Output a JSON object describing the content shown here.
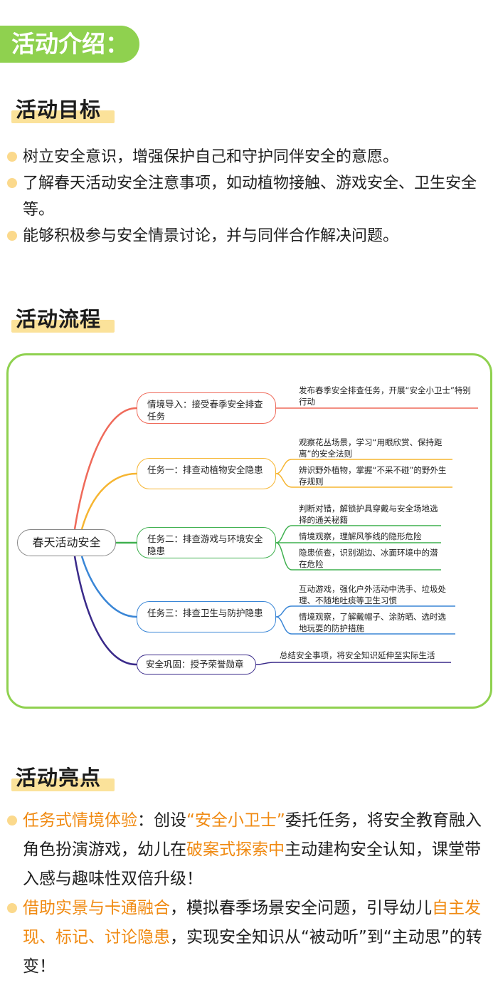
{
  "header": {
    "title": "活动介绍："
  },
  "goals": {
    "title": "活动目标",
    "items": [
      "树立安全意识，增强保护自己和守护同伴安全的意愿。",
      "了解春天活动安全注意事项，如动植物接触、游戏安全、卫生安全等。",
      "能够积极参与安全情景讨论，并与同伴合作解决问题。"
    ]
  },
  "flow": {
    "title": "活动流程",
    "mindmap": {
      "root": "春天活动安全",
      "branches": [
        {
          "label": "情境导入：接受春季安全排查任务",
          "color": "#ef6a5a",
          "leaves": [
            "发布春季安全排查任务，开展“安全小卫士”特别行动"
          ]
        },
        {
          "label": "任务一：排查动植物安全隐患",
          "color": "#f6b531",
          "leaves": [
            "观察花丛场景，学习“用眼欣赏、保持距离”的安全法则",
            "辨识野外植物，掌握“不采不碰”的野外生存规则"
          ]
        },
        {
          "label": "任务二：排查游戏与环境安全隐患",
          "color": "#3fb04f",
          "leaves": [
            "判断对错，解锁护具穿戴与安全场地选择的通关秘籍",
            "情境观察，理解风筝线的隐形危险",
            "隐患侦查，识别湖边、冰面环境中的潜在危险"
          ]
        },
        {
          "label": "任务三：排查卫生与防护隐患",
          "color": "#3a86d6",
          "leaves": [
            "互动游戏，强化户外活动中洗手、垃圾处理、不随地吐痰等卫生习惯",
            "情境观察，了解戴帽子、涂防晒、选时选地玩耍的防护措施"
          ]
        },
        {
          "label": "安全巩固：授予荣誉勋章",
          "color": "#3a2a8a",
          "leaves": [
            "总结安全事项，将安全知识延伸至实际生活"
          ]
        }
      ]
    }
  },
  "highlights": {
    "title": "活动亮点",
    "items": [
      {
        "parts": [
          {
            "text": "任务式情境体验",
            "accent": true
          },
          {
            "text": "：创设",
            "accent": false
          },
          {
            "text": "“安全小卫士”",
            "accent": true
          },
          {
            "text": "委托任务，将安全教育融入角色扮演游戏，幼儿在",
            "accent": false
          },
          {
            "text": "破案式探索中",
            "accent": true
          },
          {
            "text": "主动建构安全认知，课堂带入感与趣味性双倍升级！",
            "accent": false
          }
        ]
      },
      {
        "parts": [
          {
            "text": "借助实景与卡通融合",
            "accent": true
          },
          {
            "text": "，模拟春季场景安全问题，引导幼儿",
            "accent": false
          },
          {
            "text": "自主发现、标记、讨论隐患",
            "accent": true
          },
          {
            "text": "，实现安全知识从“被动听”到“主动思”的转变！",
            "accent": false
          }
        ]
      }
    ]
  },
  "colors": {
    "green": "#8fd14f",
    "orange": "#f08a12",
    "highlight": "#fbe29a",
    "dot": "#fbd98c"
  }
}
